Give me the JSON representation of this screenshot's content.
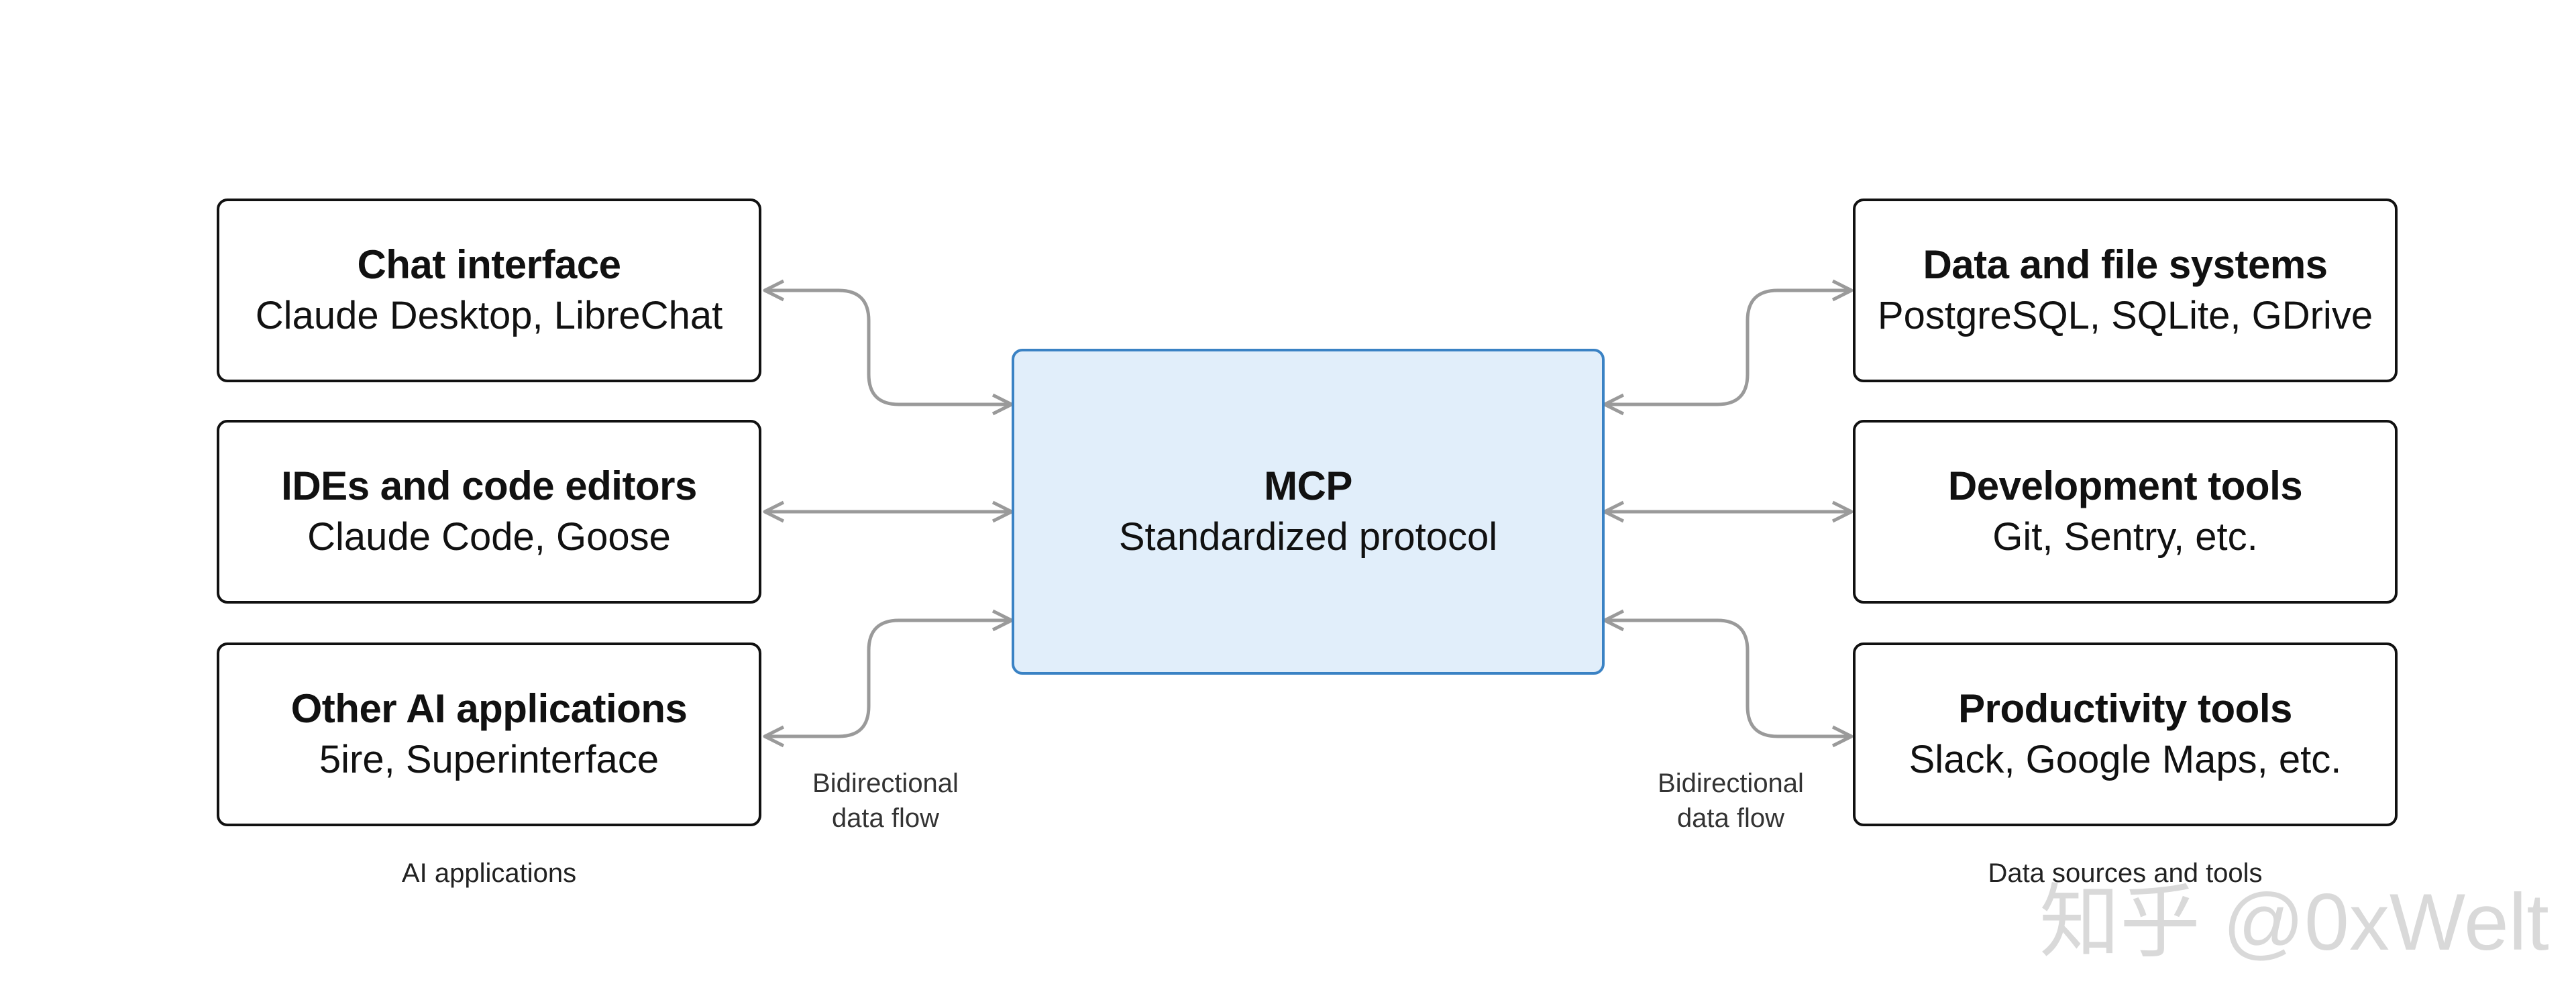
{
  "left_boxes": [
    {
      "title": "Chat interface",
      "subtitle": "Claude Desktop, LibreChat"
    },
    {
      "title": "IDEs and code editors",
      "subtitle": "Claude Code, Goose"
    },
    {
      "title": "Other AI applications",
      "subtitle": "5ire, Superinterface"
    }
  ],
  "center_box": {
    "title": "MCP",
    "subtitle": "Standardized protocol"
  },
  "right_boxes": [
    {
      "title": "Data and file systems",
      "subtitle": "PostgreSQL, SQLite, GDrive"
    },
    {
      "title": "Development tools",
      "subtitle": "Git, Sentry, etc."
    },
    {
      "title": "Productivity tools",
      "subtitle": "Slack, Google Maps, etc."
    }
  ],
  "notes": {
    "left_flow": [
      "Bidirectional",
      "data flow"
    ],
    "right_flow": [
      "Bidirectional",
      "data flow"
    ]
  },
  "captions": {
    "left": "AI applications",
    "right": "Data sources and tools"
  },
  "watermark": "知乎 @0xWelt",
  "colors": {
    "arrow": "#9a9a9a",
    "center_fill": "#e1eefa",
    "center_border": "#3a82c4",
    "box_border": "#111111"
  }
}
